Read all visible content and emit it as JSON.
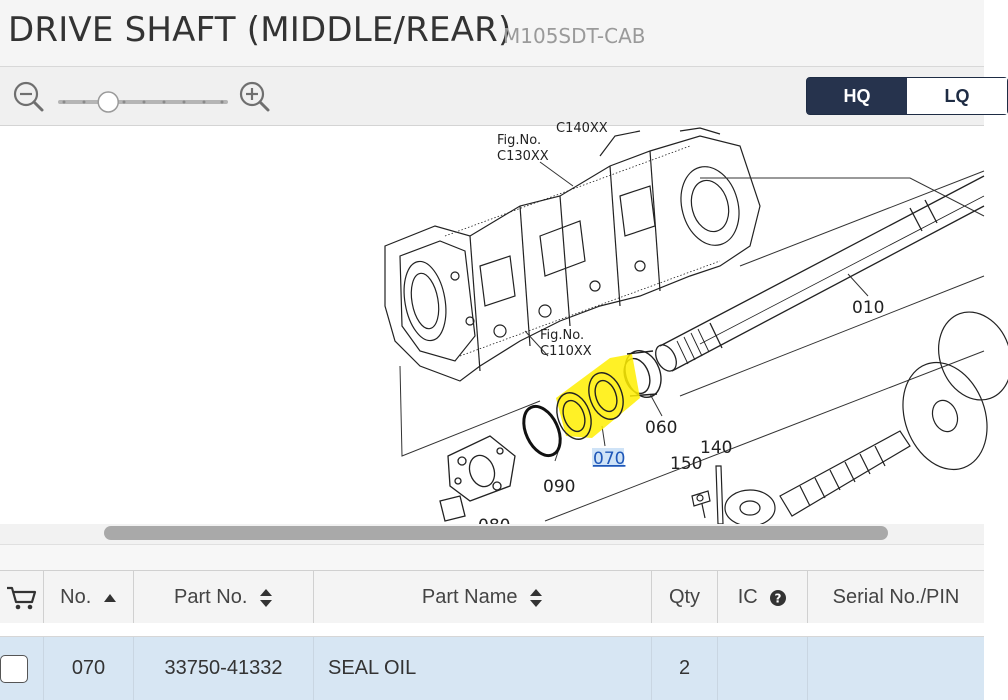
{
  "header": {
    "title": "DRIVE SHAFT (MIDDLE/REAR)",
    "model": "M105SDT-CAB"
  },
  "toolbar": {
    "zoom_out_icon": "zoom-out-icon",
    "zoom_in_icon": "zoom-in-icon",
    "zoom_level_fraction": 0.28,
    "quality_options": [
      "HQ",
      "LQ"
    ],
    "quality_selected": "HQ"
  },
  "diagram": {
    "highlight_color": "#ffee00",
    "labels": {
      "fig1_title": "Fig.No.",
      "fig1_value": "C130XX",
      "fig_top_value": "C140XX",
      "fig2_title": "Fig.No.",
      "fig2_value": "C110XX",
      "p010": "010",
      "p060": "060",
      "p070": "070",
      "p080": "080",
      "p090": "090",
      "p140": "140",
      "p150": "150"
    }
  },
  "table": {
    "columns": {
      "cart_icon": "cart-icon",
      "no": "No.",
      "part_no": "Part No.",
      "part_name": "Part Name",
      "qty": "Qty",
      "ic": "IC",
      "serial": "Serial No./PIN"
    },
    "rows": [
      {
        "no": "070",
        "part_no": "33750-41332",
        "part_name": "SEAL OIL",
        "qty": "2",
        "ic": "",
        "serial": ""
      }
    ]
  },
  "colors": {
    "selected_row": "#d7e6f3",
    "hq_active": "#26334d"
  }
}
